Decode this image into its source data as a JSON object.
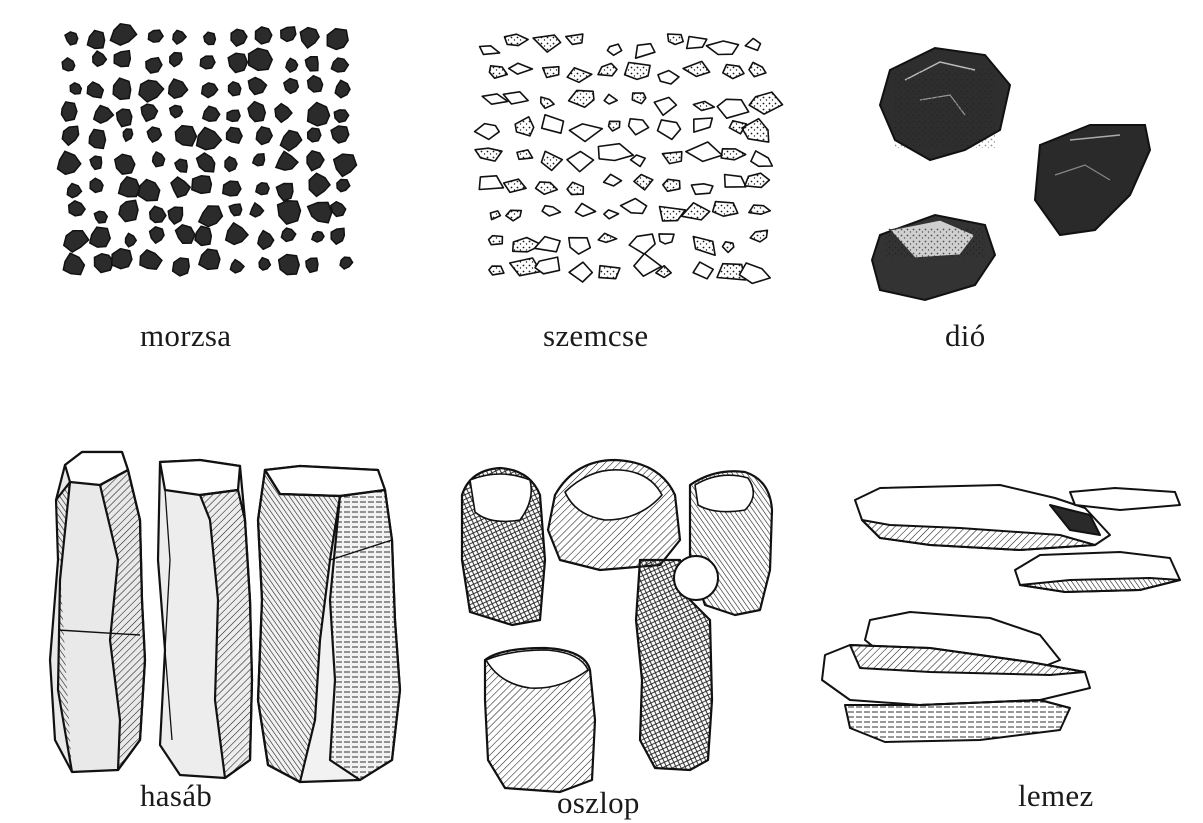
{
  "labels": {
    "morzsa": "morzsa",
    "szemcse": "szemcse",
    "dio": "dió",
    "hasab": "hasáb",
    "oszlop": "oszlop",
    "lemez": "lemez"
  },
  "colors": {
    "ink": "#1a1a1a",
    "paper": "#ffffff",
    "shade": "#3a3a3a"
  }
}
